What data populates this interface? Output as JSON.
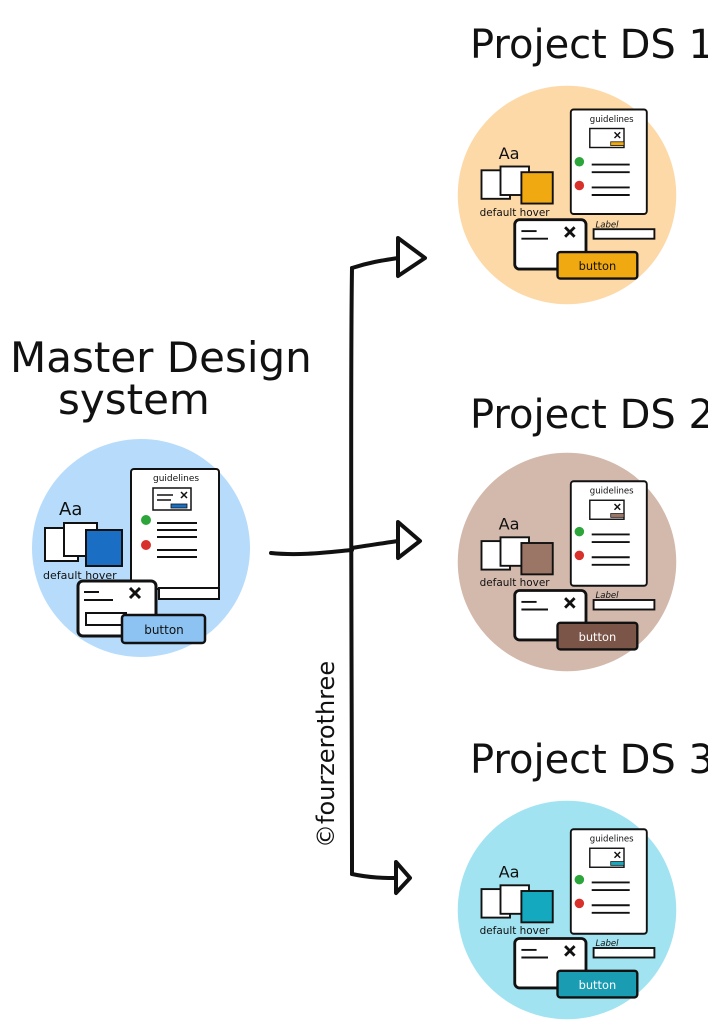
{
  "master": {
    "title_line1": "Master Design",
    "title_line2": "system",
    "color": "#b7dcfb",
    "accent": "#1a6fc4",
    "button_fill": "#8cc3f2"
  },
  "projects": [
    {
      "title": "Project DS 1",
      "color": "#fdd9a8",
      "accent": "#f0a910",
      "button_fill": "#f0a910"
    },
    {
      "title": "Project DS 2",
      "color": "#d3b8ac",
      "accent": "#9b7566",
      "button_fill": "#7a5548"
    },
    {
      "title": "Project DS 3",
      "color": "#a1e3f1",
      "accent": "#14a9be",
      "button_fill": "#1a9cb3"
    }
  ],
  "card": {
    "type_sample": "Aa",
    "state_labels": "default hover",
    "guidelines_label": "guidelines",
    "field_label": "Label",
    "button_label": "button"
  },
  "credit": "©fourzerothree",
  "status_colors": {
    "ok": "#2ca53a",
    "error": "#d8302b"
  }
}
